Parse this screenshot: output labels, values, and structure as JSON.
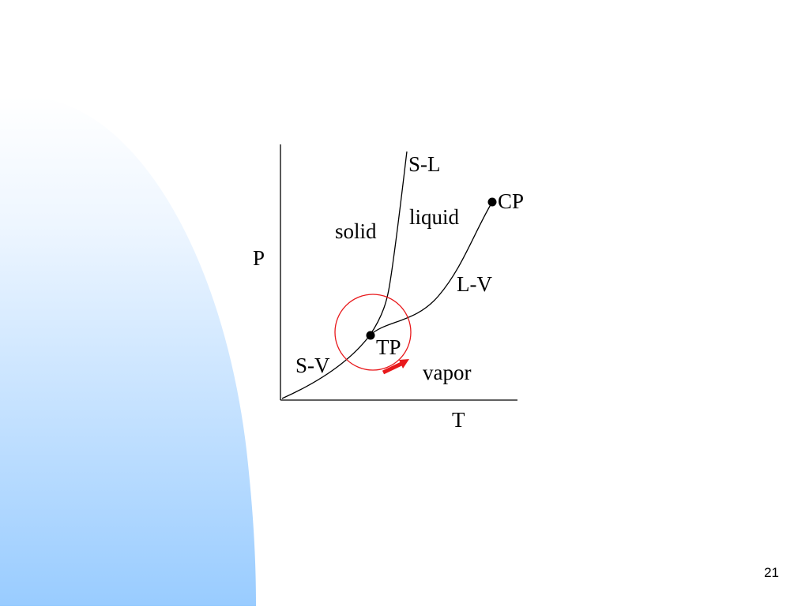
{
  "slide": {
    "page_number": "21"
  },
  "diagram": {
    "axis_labels": {
      "y": "P",
      "x": "T"
    },
    "regions": {
      "solid": "solid",
      "liquid": "liquid",
      "vapor": "vapor"
    },
    "curves": {
      "solid_liquid": "S-L",
      "liquid_vapor": "L-V",
      "solid_vapor": "S-V"
    },
    "points": {
      "triple_point": "TP",
      "critical_point": "CP"
    },
    "colors": {
      "highlight": "#e8191c",
      "ink": "#000000",
      "background_arc_top": "#ffffff",
      "background_arc_bottom": "#99ccff"
    }
  }
}
